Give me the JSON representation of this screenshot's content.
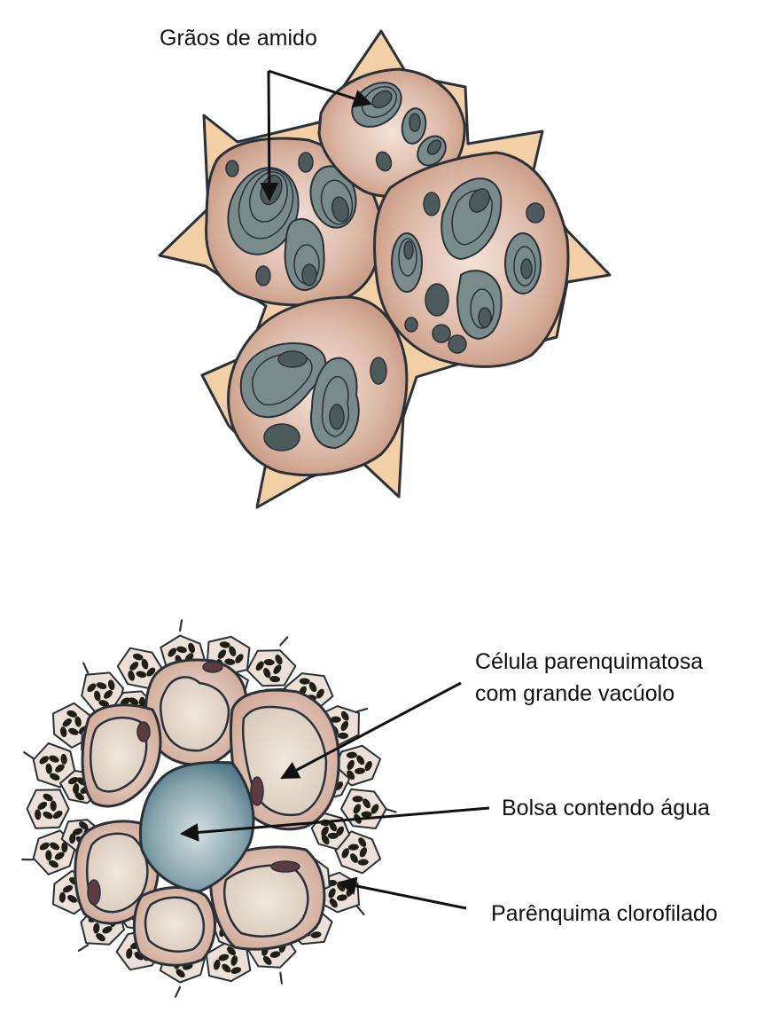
{
  "labels": {
    "starch_grains": "Grãos de amido",
    "parenchyma_cell_line1": "Célula parenquimatosa",
    "parenchyma_cell_line2": "com grande vacúolo",
    "water_pouch": "Bolsa contendo água",
    "chlorophyll_parenchyma": "Parênquima clorofilado"
  },
  "colors": {
    "outline": "#2b3138",
    "intercellular": "#f3cfa6",
    "cell_outer": "#c99a82",
    "cell_inner": "#f3e2d9",
    "grain_dark": "#4d5a5c",
    "grain_light": "#7a8b8b",
    "small_cell": "#ebe1d8",
    "speck": "#1f1f18",
    "vacuole": "#e8ddd2",
    "nucleus": "#5a3c40",
    "pouch_center": "#d4dfe1",
    "pouch_edge": "#4c7684"
  }
}
